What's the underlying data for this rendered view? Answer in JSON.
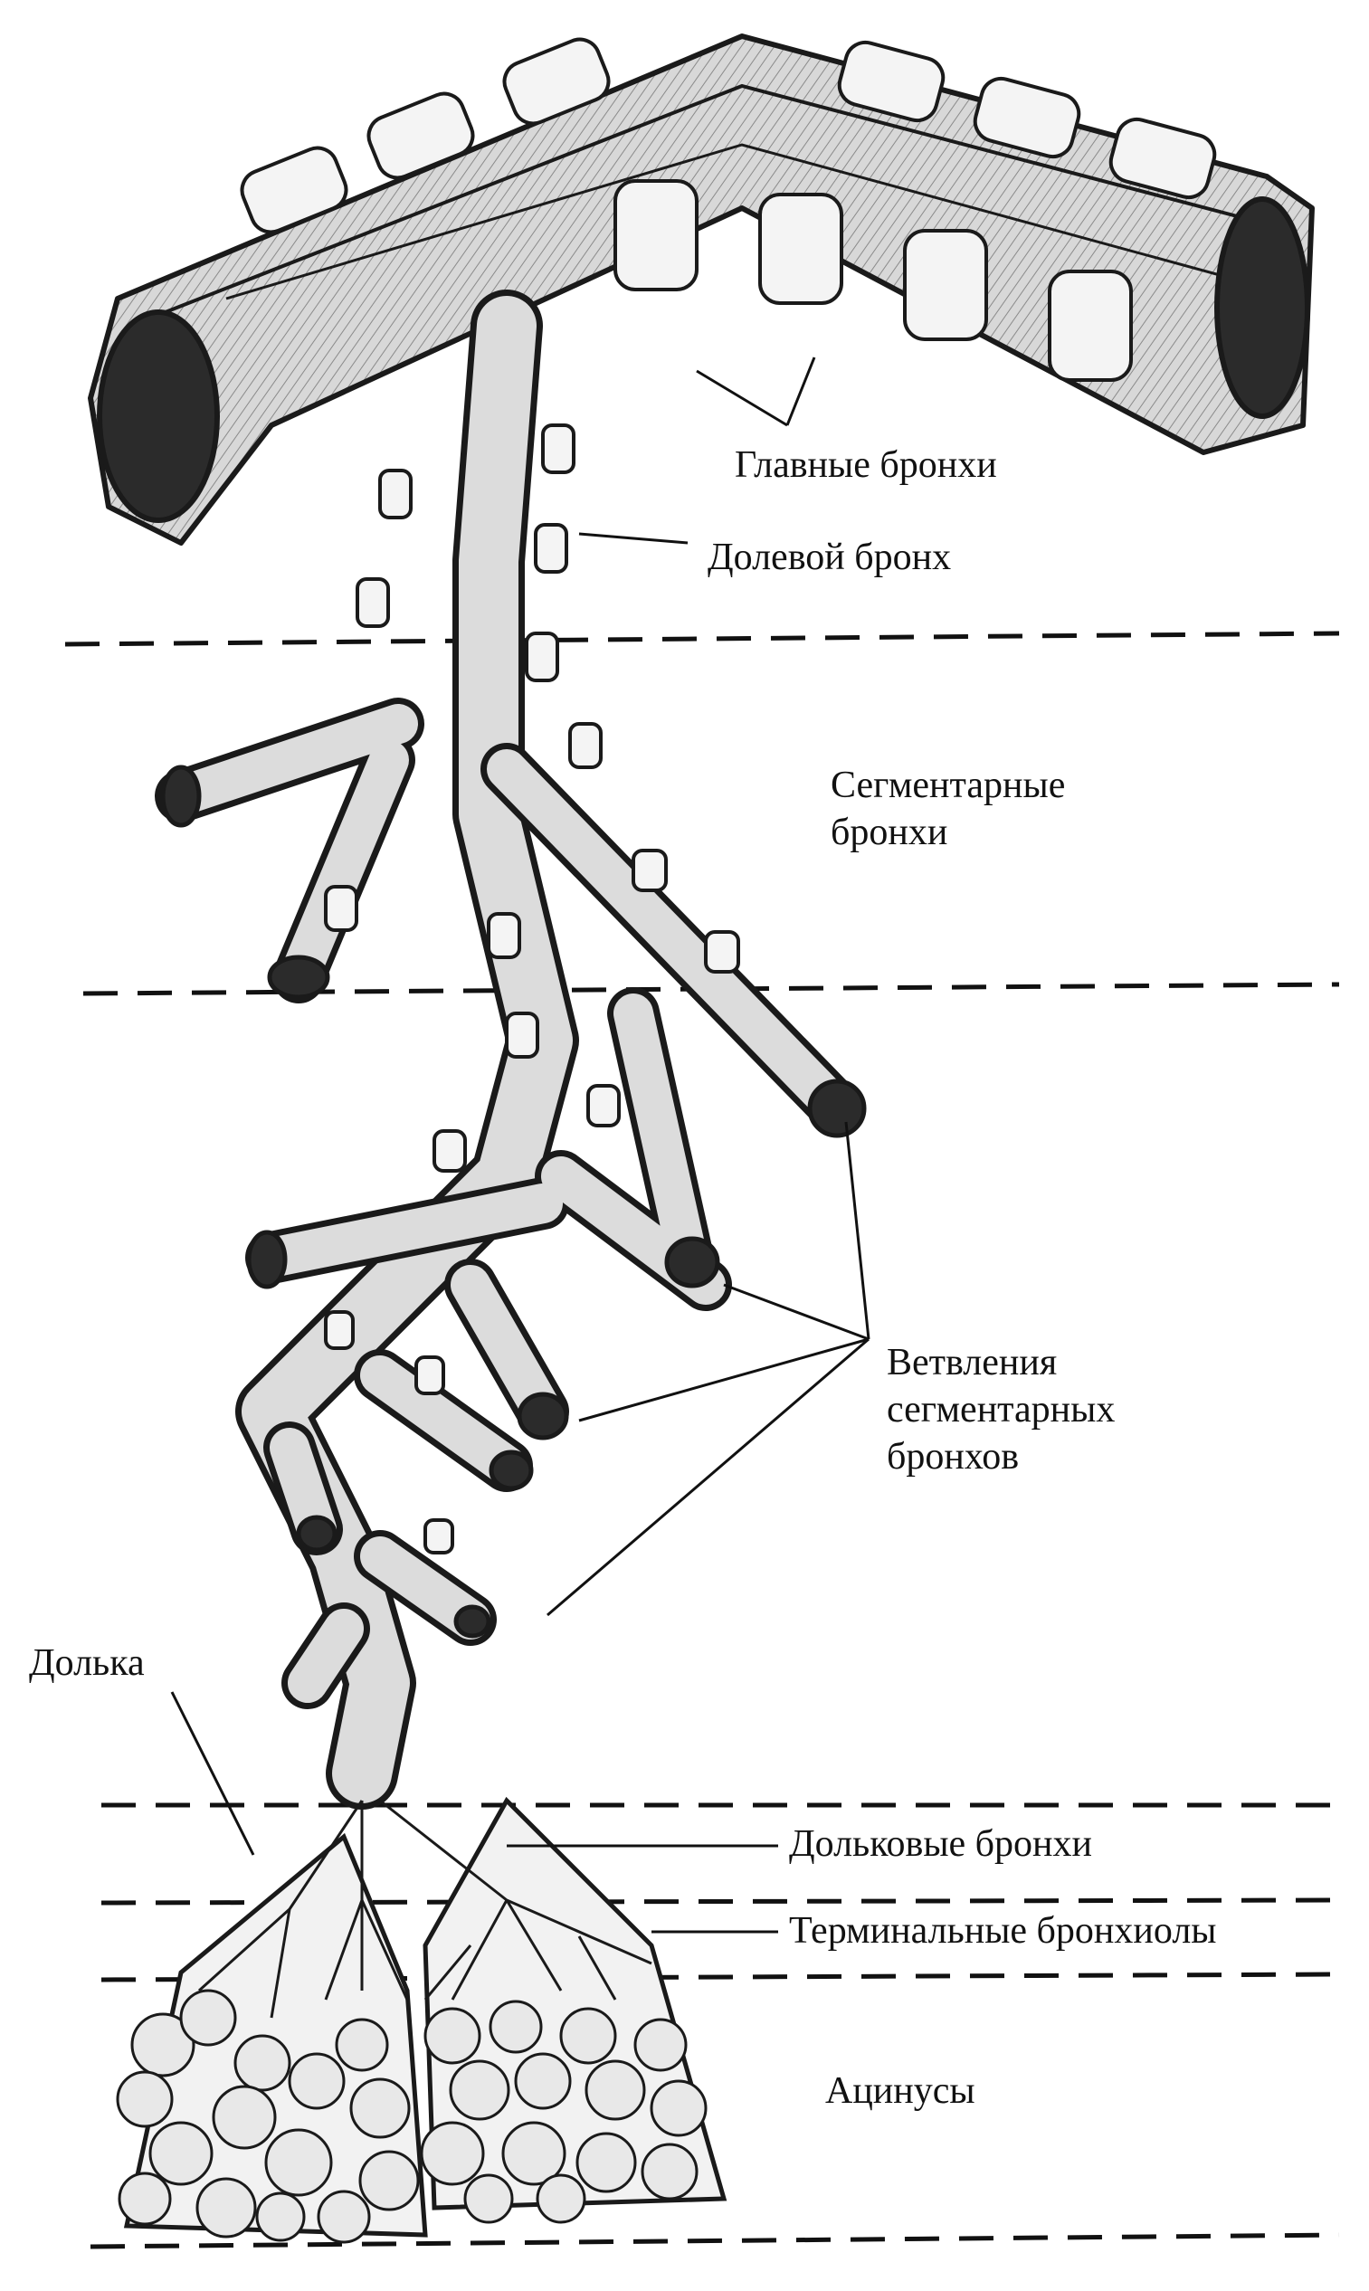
{
  "labels": {
    "main_bronchi": "Главные бронхи",
    "lobar_bronchus": "Долевой бронх",
    "segmental_bronchi": [
      "Сегментарные",
      "бронхи"
    ],
    "segmental_branches": [
      "Ветвления",
      "сегментарных",
      "бронхов"
    ],
    "lobule": "Долька",
    "lobular_bronchi": "Дольковые бронхи",
    "terminal_bronchioles": "Терминальные бронхиолы",
    "acini": "Ацинусы"
  },
  "colors": {
    "ink": "#111111",
    "outline": "#1a1a1a",
    "tube_fill": "#d9d9d9",
    "lumen": "#2b2b2b",
    "acinus_fill": "#e8e8e8",
    "background": "#ffffff"
  }
}
